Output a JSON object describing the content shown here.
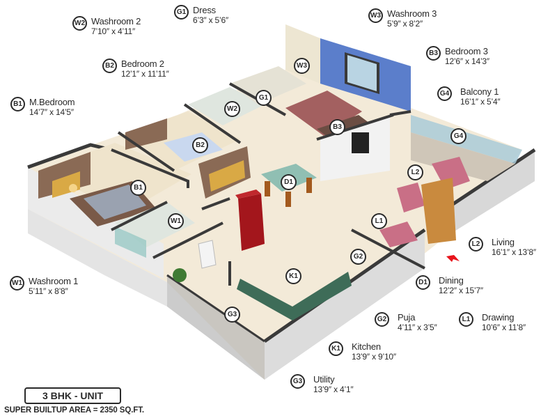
{
  "rooms": [
    {
      "code": "W2",
      "name": "Washroom 2",
      "dims": "7’10″ x 4’11″"
    },
    {
      "code": "G1",
      "name": "Dress",
      "dims": "6’3″ x 5’6″"
    },
    {
      "code": "W3",
      "name": "Washroom 3",
      "dims": "5’9″ x 8’2″"
    },
    {
      "code": "B3",
      "name": "Bedroom 3",
      "dims": "12’6″ x 14’3″"
    },
    {
      "code": "B2",
      "name": "Bedroom 2",
      "dims": "12’1″ x 11’11″"
    },
    {
      "code": "B1",
      "name": "M.Bedroom",
      "dims": "14’7″ x 14’5″"
    },
    {
      "code": "G4",
      "name": "Balcony 1",
      "dims": "16’1″ x 5’4″"
    },
    {
      "code": "L2",
      "name": "Living",
      "dims": "16’1″ x 13’8″"
    },
    {
      "code": "W1",
      "name": "Washroom 1",
      "dims": "5’11″ x 8’8″"
    },
    {
      "code": "D1",
      "name": "Dining",
      "dims": "12’2″ x 15’7″"
    },
    {
      "code": "G2",
      "name": "Puja",
      "dims": "4’11″ x 3’5″"
    },
    {
      "code": "L1",
      "name": "Drawing",
      "dims": "10’6″ x 11’8″"
    },
    {
      "code": "K1",
      "name": "Kitchen",
      "dims": "13’9″ x 9’10″"
    },
    {
      "code": "G3",
      "name": "Utility",
      "dims": "13’9″ x 4’1″"
    }
  ],
  "plan_markers": [
    "W3",
    "G1",
    "W2",
    "B2",
    "B3",
    "B1",
    "D1",
    "L2",
    "G4",
    "W1",
    "L1",
    "G2",
    "K1",
    "G3"
  ],
  "unit": {
    "type_label": "3 BHK - UNIT",
    "area_label": "SUPER BUILTUP AREA = 2350 SQ.FT."
  },
  "colors": {
    "wall_dark": "#3a3a3a",
    "wall_face": "#e6e6e6",
    "floor": "#f3ead8",
    "accent_wall_blue": "#5b7ecb",
    "wood": "#7a5a48",
    "fridge_red": "#a3161c",
    "entry_arrow": "#e8141c"
  }
}
